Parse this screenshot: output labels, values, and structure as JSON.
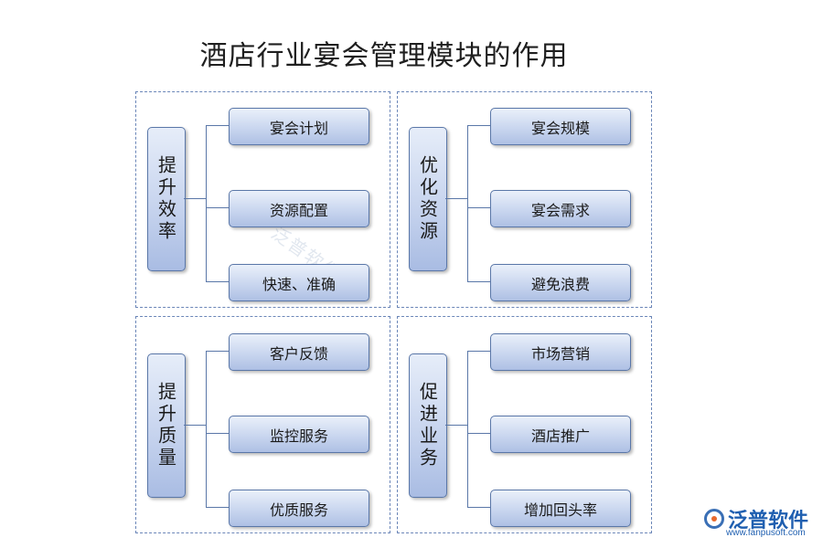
{
  "title": "酒店行业宴会管理模块的作用",
  "quadrants": [
    {
      "category": "提升效率",
      "items": [
        "宴会计划",
        "资源配置",
        "快速、准确"
      ]
    },
    {
      "category": "优化资源",
      "items": [
        "宴会规模",
        "宴会需求",
        "避免浪费"
      ]
    },
    {
      "category": "提升质量",
      "items": [
        "客户反馈",
        "监控服务",
        "优质服务"
      ]
    },
    {
      "category": "促进业务",
      "items": [
        "市场营销",
        "酒店推广",
        "增加回头率"
      ]
    }
  ],
  "watermark": "泛普软件",
  "logo": {
    "name": "泛普软件",
    "url": "www.fanpusoft.com"
  },
  "colors": {
    "border": "#5a77a8",
    "box_fill": "#c7d4ee",
    "dashed_border": "#6b86b8"
  }
}
